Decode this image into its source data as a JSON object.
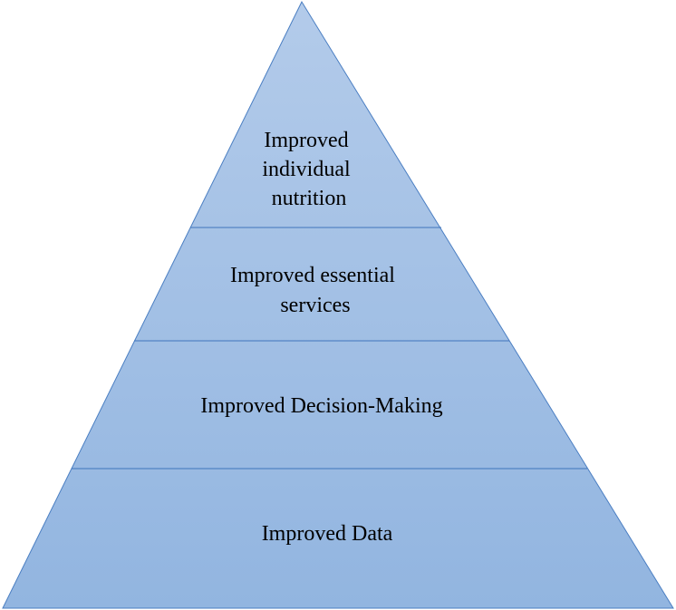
{
  "diagram": {
    "type": "pyramid",
    "colors": {
      "fill_top": "#b3cbea",
      "fill_bottom": "#92b5e0",
      "outline": "#4a7ec2",
      "divider": "#3f74bb",
      "text": "#000000"
    },
    "tiers": [
      {
        "label_lines": [
          "Improved",
          "individual",
          "nutrition"
        ]
      },
      {
        "label_lines": [
          "Improved essential",
          "services"
        ]
      },
      {
        "label_lines": [
          "Improved Decision-Making"
        ]
      },
      {
        "label_lines": [
          "Improved Data"
        ]
      }
    ]
  }
}
